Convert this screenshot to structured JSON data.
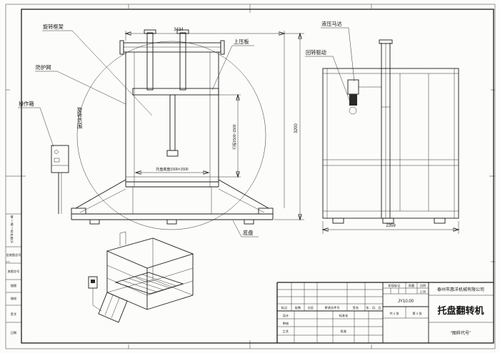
{
  "drawing": {
    "labels": {
      "rotating_frame": "旋转框架",
      "upper_platen": "上压板",
      "guard_mesh": "防护网",
      "control_box": "操作箱",
      "rotation_range": "旋转范围",
      "base_plate": "底盘",
      "hydraulic_motor": "液压马达",
      "slew_drive": "回转驱动"
    },
    "dimensions": {
      "overall_width": "3434",
      "overall_height": "3200",
      "side_width": "2359",
      "pallet_base": "托盘底盘1500×1500",
      "stroke_range": "行程1500~1500"
    },
    "margin_rows": [
      "借(通)用件登记",
      "旧底图总号",
      "底图总号",
      "描图",
      "描校",
      "签字",
      "日期"
    ],
    "title_block": {
      "company": "泰州市惠洋机械有限公司",
      "product": "托盘翻转机",
      "code": "“图样代号”",
      "header": [
        "标记",
        "处数",
        "分区",
        "更改文件号",
        "签名",
        "年、月、日"
      ],
      "design": "设计",
      "standardization": "标准化",
      "check": "审核",
      "process": "工艺",
      "approve": "批准",
      "stage_label": "阶段标记",
      "mass_label": "质量",
      "scale_label": "比例",
      "scale_value": "1:30",
      "drawing_no": "JY10.00",
      "sheet_total": "共 1 张",
      "sheet_index": "第 1 张"
    }
  }
}
